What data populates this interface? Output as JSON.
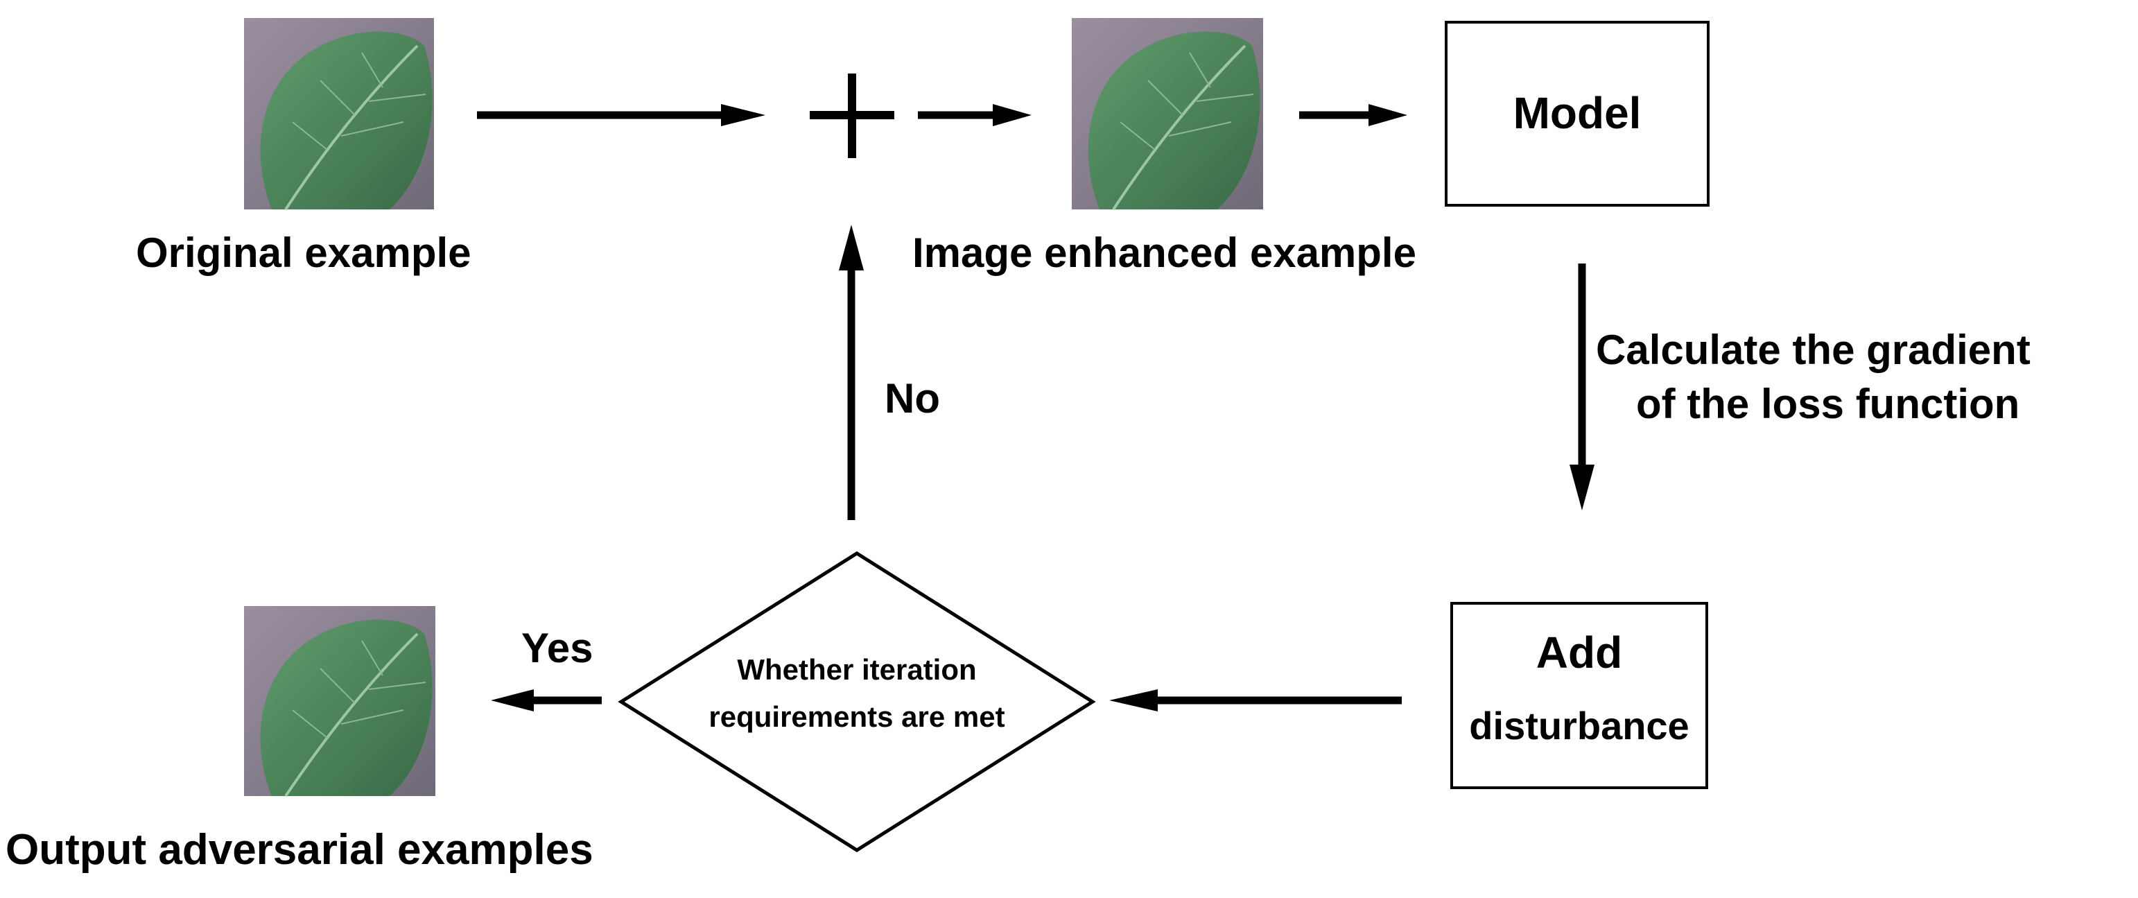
{
  "nodes": {
    "original_example": {
      "label": "Original example"
    },
    "enhanced_example": {
      "label": "Image enhanced example"
    },
    "model": {
      "label": "Model"
    },
    "add_disturbance": {
      "line1": "Add",
      "line2": "disturbance"
    },
    "decision": {
      "line1": "Whether iteration",
      "line2": "requirements are met"
    },
    "output": {
      "label": "Output adversarial examples"
    }
  },
  "edges": {
    "gradient_label_line1": "Calculate the gradient",
    "gradient_label_line2": "of the loss function",
    "no_label": "No",
    "yes_label": "Yes"
  },
  "symbols": {
    "plus": "plus-icon"
  },
  "colors": {
    "stroke": "#000000",
    "leaf": "#4f8a5c",
    "leaf_dark": "#3c6e48",
    "leaf_bg": "#8a7f8d"
  }
}
